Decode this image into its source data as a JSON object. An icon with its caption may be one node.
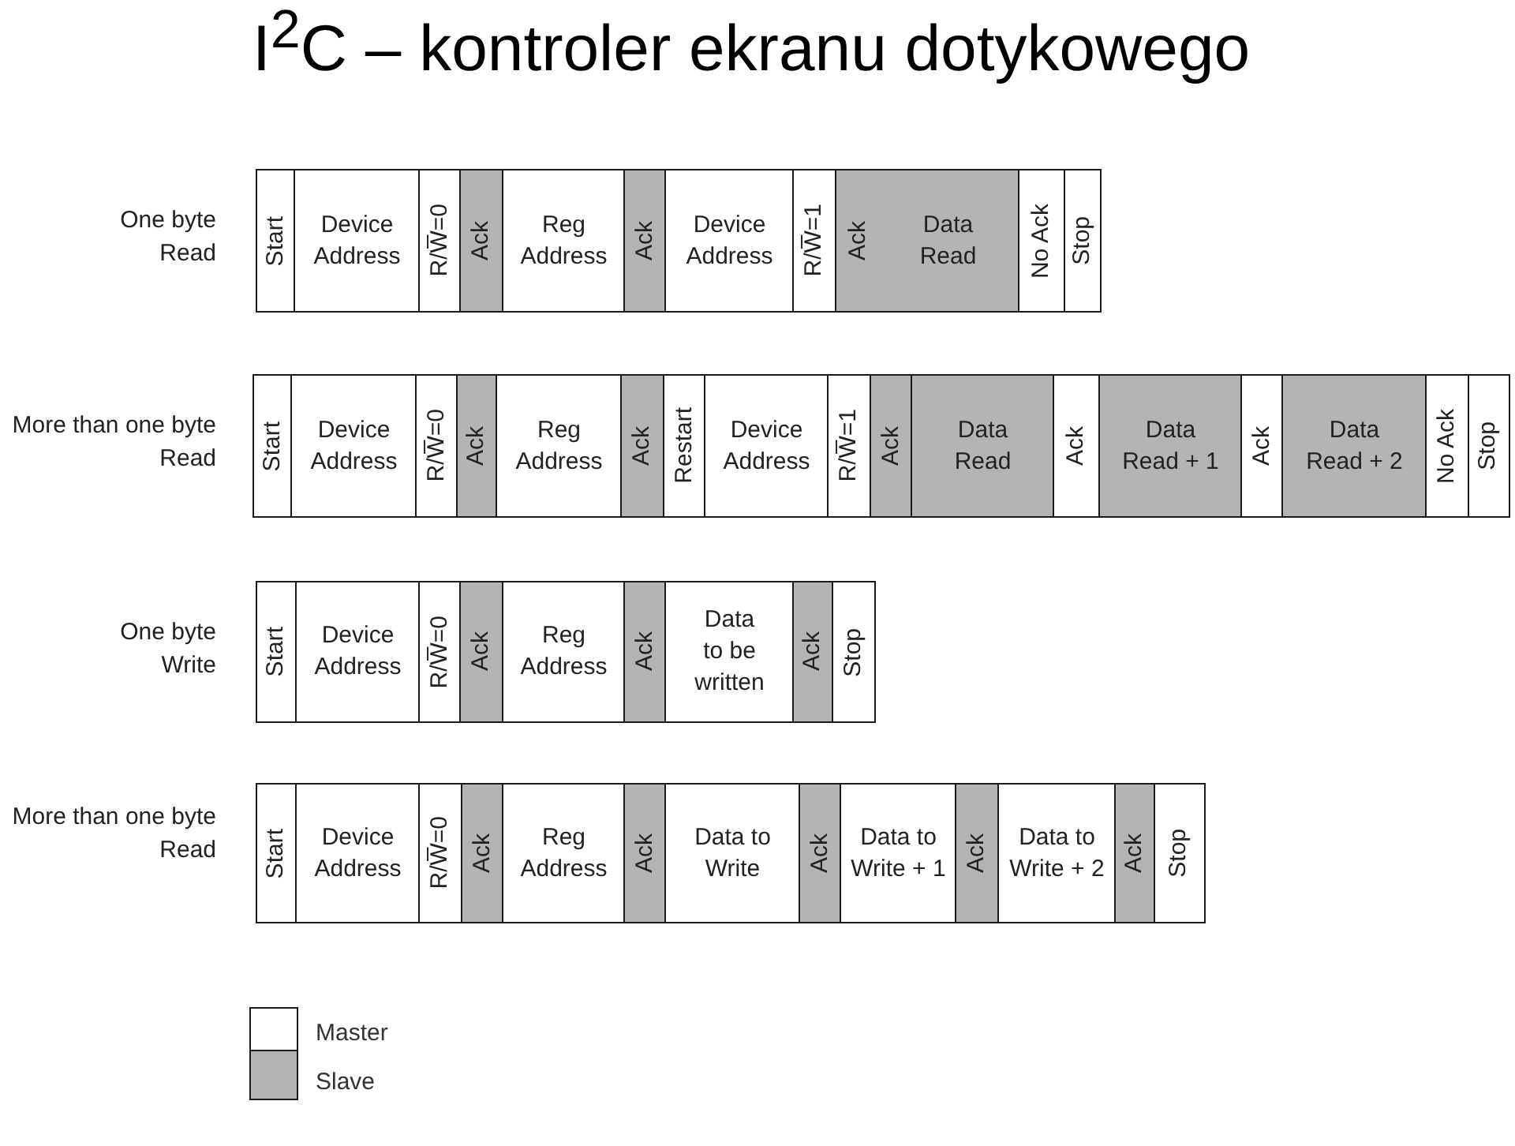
{
  "diagram": {
    "title": "I$^{2}$C – kontroler ekranu dotykowego",
    "nodes": [
      {
        "text": [
          "Start"
        ]
      },
      {
        "text": [
          "Device Address"
        ]
      },
      {
        "text": [
          "R/W̅=0"
        ]
      },
      {
        "text": [
          "Ack"
        ]
      },
      {
        "text": [
          "Reg Address"
        ]
      },
      {
        "text": [
          "Ack"
        ]
      },
      {
        "text": [
          "Device Address"
        ]
      },
      {
        "text": [
          "R/W̅=1"
        ]
      },
      {
        "text": [
          "Ack"
        ]
      },
      {
        "text": [
          "Data Read"
        ]
      },
      {
        "text": [
          "No Ack"
        ]
      },
      {
        "text": [
          "Stop"
        ]
      },
      {
        "text": [
          "Start"
        ]
      },
      {
        "text": [
          "Device Address"
        ]
      },
      {
        "text": [
          "R/W̅=0"
        ]
      },
      {
        "text": [
          "Ack"
        ]
      },
      {
        "text": [
          "Reg Address"
        ]
      },
      {
        "text": [
          "Ack"
        ]
      },
      {
        "text": [
          "Restart"
        ]
      },
      {
        "text": [
          "Device Address"
        ]
      },
      {
        "text": [
          "R/W̅=1"
        ]
      },
      {
        "text": [
          "Ack"
        ]
      },
      {
        "text": [
          "Data Read"
        ]
      },
      {
        "text": [
          "Ack"
        ]
      },
      {
        "text": [
          "Data Read + 1"
        ]
      },
      {
        "text": [
          "Ack"
        ]
      },
      {
        "text": [
          "Data Read + 2"
        ]
      },
      {
        "text": [
          "No Ack"
        ]
      },
      {
        "text": [
          "Stop"
        ]
      },
      {
        "text": [
          "Start"
        ]
      },
      {
        "text": [
          "Device Address"
        ]
      },
      {
        "text": [
          "R/W̅=0"
        ]
      },
      {
        "text": [
          "Ack"
        ]
      },
      {
        "text": [
          "Reg Address"
        ]
      },
      {
        "text": [
          "Ack"
        ]
      },
      {
        "text": [
          "Data to be written"
        ]
      },
      {
        "text": [
          "Ack"
        ]
      },
      {
        "text": [
          "Stop"
        ]
      },
      {
        "text": [
          "Start"
        ]
      },
      {
        "text": [
          "Device Address"
        ]
      },
      {
        "text": [
          "R/W̅=0"
        ]
      },
      {
        "text": [
          "Ack"
        ]
      },
      {
        "text": [
          "Reg Address"
        ]
      },
      {
        "text": [
          "Ack"
        ]
      },
      {
        "text": [
          "Data to Write"
        ]
      },
      {
        "text": [
          "Ack"
        ]
      },
      {
        "text": [
          "Data to Write + 1"
        ]
      },
      {
        "text": [
          "Ack"
        ]
      },
      {
        "text": [
          "Data to Write + 2"
        ]
      },
      {
        "text": [
          "Ack"
        ]
      },
      {
        "text": [
          "Stop"
        ]
      }
    ],
    "labels": [
      "One byte Read",
      "More than one byte Read",
      "One byte Write",
      "More than one byte Read"
    ],
    "legend": [
      {
        "text": "Master",
        "color": "#ffffff"
      },
      {
        "text": "Slave",
        "color": "#b4b4b4"
      }
    ]
  }
}
